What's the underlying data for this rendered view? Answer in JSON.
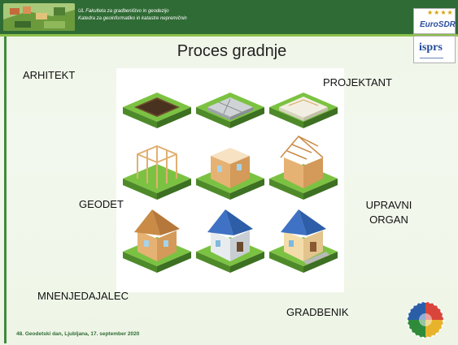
{
  "header": {
    "faculty_line1": "UL Fakulteta za gradbeništvo in geodezijo",
    "faculty_line2": "Katedra za geoinformatiko in katastre nepremičnin",
    "logo_euro_text": "EuroSDR",
    "logo_isprs_text": "isprs"
  },
  "title": "Proces gradnje",
  "roles": {
    "arhitekt": "ARHITEKT",
    "projektant": "PROJEKTANT",
    "geodet": "GEODET",
    "upravni_line1": "UPRAVNI",
    "upravni_line2": "ORGAN",
    "mnenjedajalec": "MNENJEDAJALEC",
    "gradbenik": "GRADBENIK"
  },
  "footer": "48. Geodetski dan, Ljubljana,   17. september 2020",
  "colors": {
    "header_green": "#2f6b34",
    "accent_green": "#8cc04b",
    "grass": "#7cc242",
    "soil": "#6b4a2e"
  }
}
